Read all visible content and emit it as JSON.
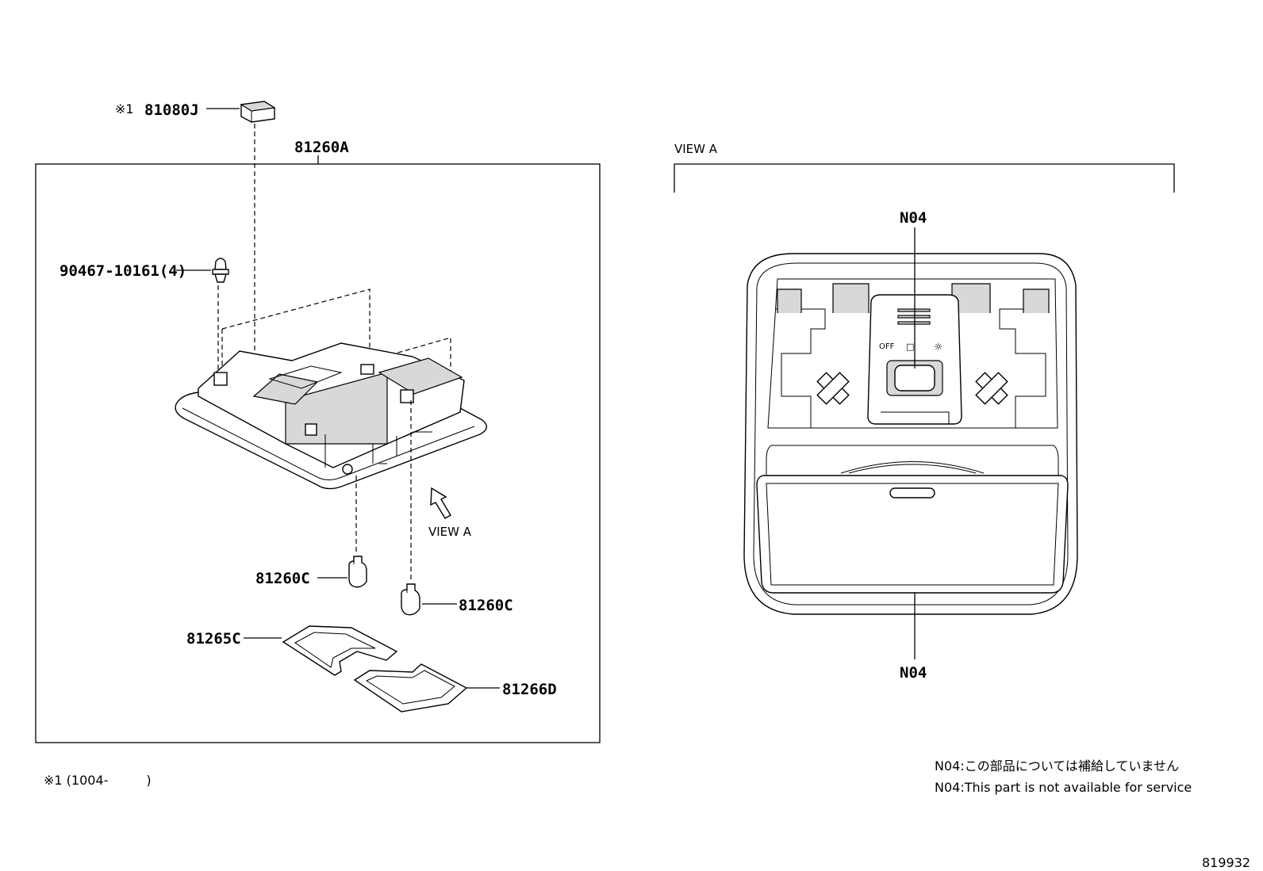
{
  "left_panel": {
    "label_81080J": "81080J",
    "label_81080J_mark": "※1",
    "label_81260A": "81260A",
    "label_90467": "90467-10161(4)",
    "label_81260C_a": "81260C",
    "label_81260C_b": "81260C",
    "label_81265C": "81265C",
    "label_81266D": "81266D",
    "view_arrow_label": "VIEW A"
  },
  "right_panel": {
    "view_title": "VIEW A",
    "label_n04_top": "N04",
    "label_n04_bottom": "N04",
    "switch_off": "OFF",
    "switch_door": "□",
    "switch_on": "☼"
  },
  "footnote": "※1 (1004-　　　)",
  "notes": {
    "jp": "N04:この部品については補給していません",
    "en": "N04:This part is not available for service"
  },
  "figure_id": "819932"
}
